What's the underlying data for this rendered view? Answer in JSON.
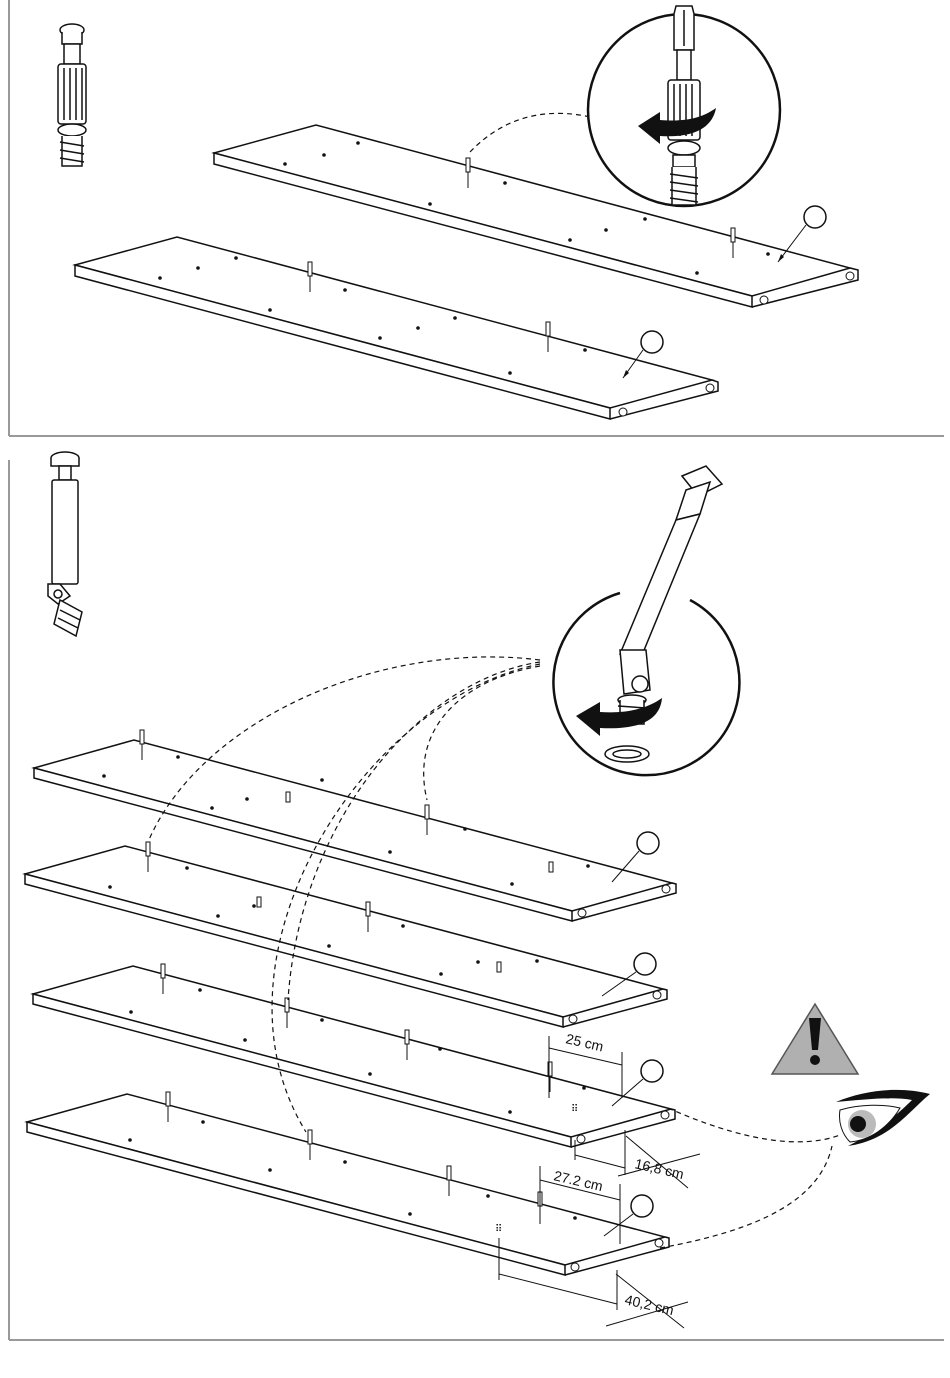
{
  "panels": [
    {
      "name": "step-cam-screw",
      "hardware": "cam-screw",
      "tool": "screwdriver",
      "rotation": "clockwise",
      "part_callouts": [
        "",
        ""
      ]
    },
    {
      "name": "step-cam-bolt",
      "hardware": "cam-bolt",
      "tool": "cam-bolt-driver",
      "rotation": "clockwise",
      "part_callouts": [
        "",
        "",
        "",
        ""
      ],
      "dimensions": {
        "d1": "25 cm",
        "d2": "16,8 cm",
        "d3": "27.2 cm",
        "d4": "40,2 cm"
      },
      "icons": [
        "warning-triangle-icon",
        "eye-icon"
      ]
    }
  ],
  "colors": {
    "frame": "#999999",
    "line": "#111111",
    "warning": "#b0b0b0"
  }
}
